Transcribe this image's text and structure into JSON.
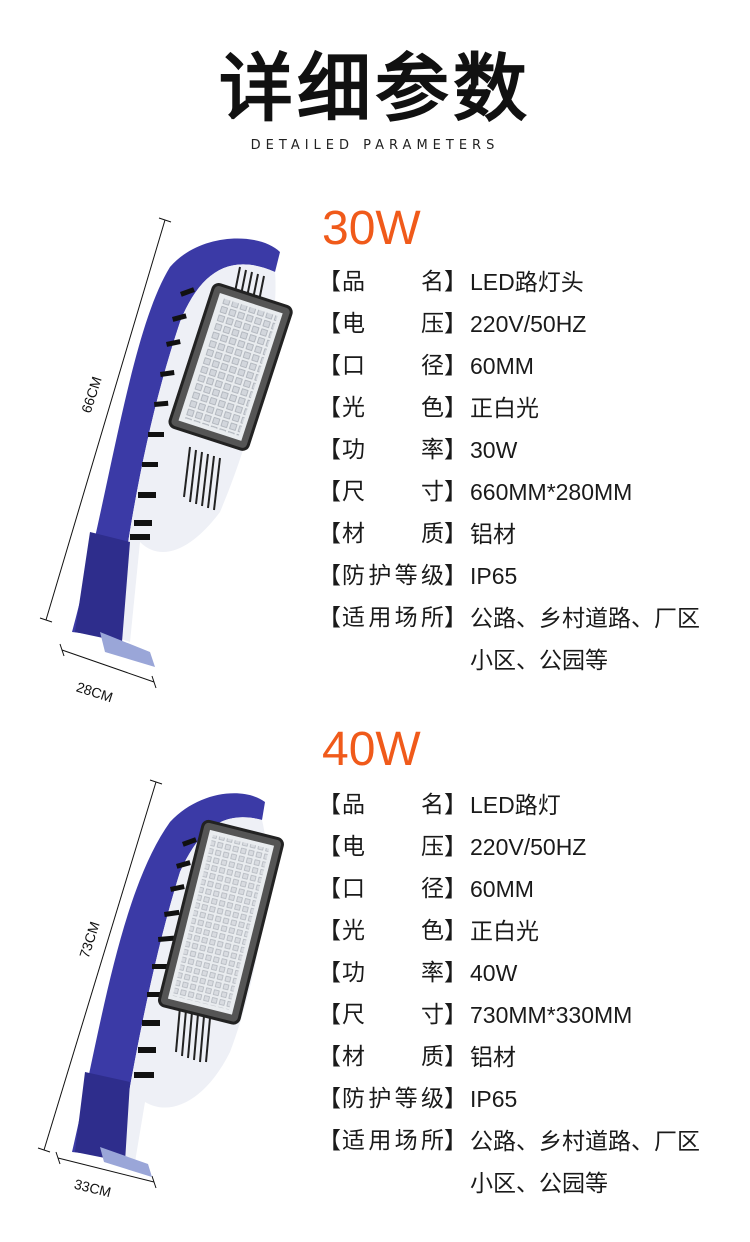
{
  "header": {
    "title": "详细参数",
    "subtitle": "DETAILED PARAMETERS"
  },
  "products": [
    {
      "watt": "30W",
      "dim_height": "66CM",
      "dim_width": "28CM",
      "params": [
        {
          "label": [
            "品",
            "名"
          ],
          "value": "LED路灯头"
        },
        {
          "label": [
            "电",
            "压"
          ],
          "value": "220V/50HZ"
        },
        {
          "label": [
            "口",
            "径"
          ],
          "value": "60MM"
        },
        {
          "label": [
            "光",
            "色"
          ],
          "value": "正白光"
        },
        {
          "label": [
            "功",
            "率"
          ],
          "value": "30W"
        },
        {
          "label": [
            "尺",
            "寸"
          ],
          "value": "660MM*280MM"
        },
        {
          "label": [
            "材",
            "质"
          ],
          "value": "铝材"
        },
        {
          "label": [
            "防",
            "护",
            "等",
            "级"
          ],
          "value": "IP65"
        },
        {
          "label": [
            "适",
            "用",
            "场",
            "所"
          ],
          "value": "公路、乡村道路、厂区",
          "value2": "小区、公园等"
        }
      ]
    },
    {
      "watt": "40W",
      "dim_height": "73CM",
      "dim_width": "33CM",
      "params": [
        {
          "label": [
            "品",
            "名"
          ],
          "value": "LED路灯"
        },
        {
          "label": [
            "电",
            "压"
          ],
          "value": "220V/50HZ"
        },
        {
          "label": [
            "口",
            "径"
          ],
          "value": "60MM"
        },
        {
          "label": [
            "光",
            "色"
          ],
          "value": "正白光"
        },
        {
          "label": [
            "功",
            "率"
          ],
          "value": "40W"
        },
        {
          "label": [
            "尺",
            "寸"
          ],
          "value": "730MM*330MM"
        },
        {
          "label": [
            "材",
            "质"
          ],
          "value": "铝材"
        },
        {
          "label": [
            "防",
            "护",
            "等",
            "级"
          ],
          "value": "IP65"
        },
        {
          "label": [
            "适",
            "用",
            "场",
            "所"
          ],
          "value": "公路、乡村道路、厂区",
          "value2": "小区、公园等"
        }
      ]
    }
  ],
  "brackets": {
    "left": "【",
    "right": "】"
  },
  "colors": {
    "accent": "#f05a1a",
    "housing_blue": "#3a3aa8",
    "housing_white": "#eef0f6"
  }
}
